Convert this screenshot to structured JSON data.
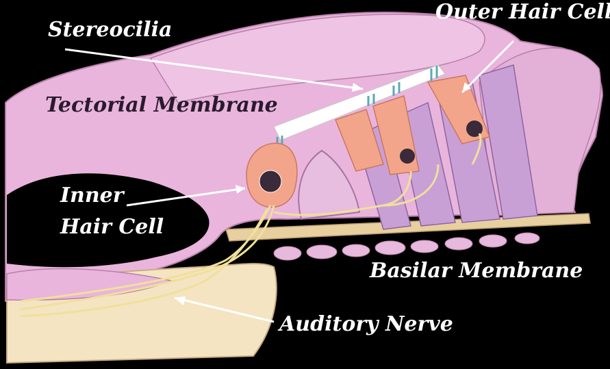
{
  "labels": {
    "stereocilia": "Stereocilia",
    "outer_hair_cell": "Outer Hair Cell",
    "tectorial_membrane": "Tectorial Membrane",
    "inner_hair_cell_line1": "Inner",
    "inner_hair_cell_line2": "Hair Cell",
    "basilar_membrane": "Basilar Membrane",
    "auditory_nerve": "Auditory Nerve"
  },
  "colors": {
    "background": "#000000",
    "tissue_pink": "#e9b5dc",
    "tissue_pink_dark": "#c98fbd",
    "hair_cell_orange": "#f2a58a",
    "support_cell_purple": "#c9a0d6",
    "nerve_yellow": "#f0e09a",
    "basilar_tan": "#e8cfa0",
    "stereocilia_teal": "#5aa9b8",
    "label_light": "#ffffff",
    "label_dark": "#2a1a2e"
  }
}
